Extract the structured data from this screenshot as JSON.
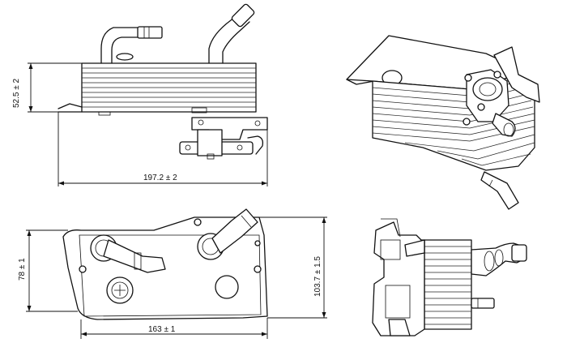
{
  "dimensions": {
    "height_side": "52.5 ± 2",
    "length_side": "197.2 ± 2",
    "width_front": "78 ± 1",
    "length_front": "163 ± 1",
    "height_front": "103.7 ± 1.5"
  }
}
